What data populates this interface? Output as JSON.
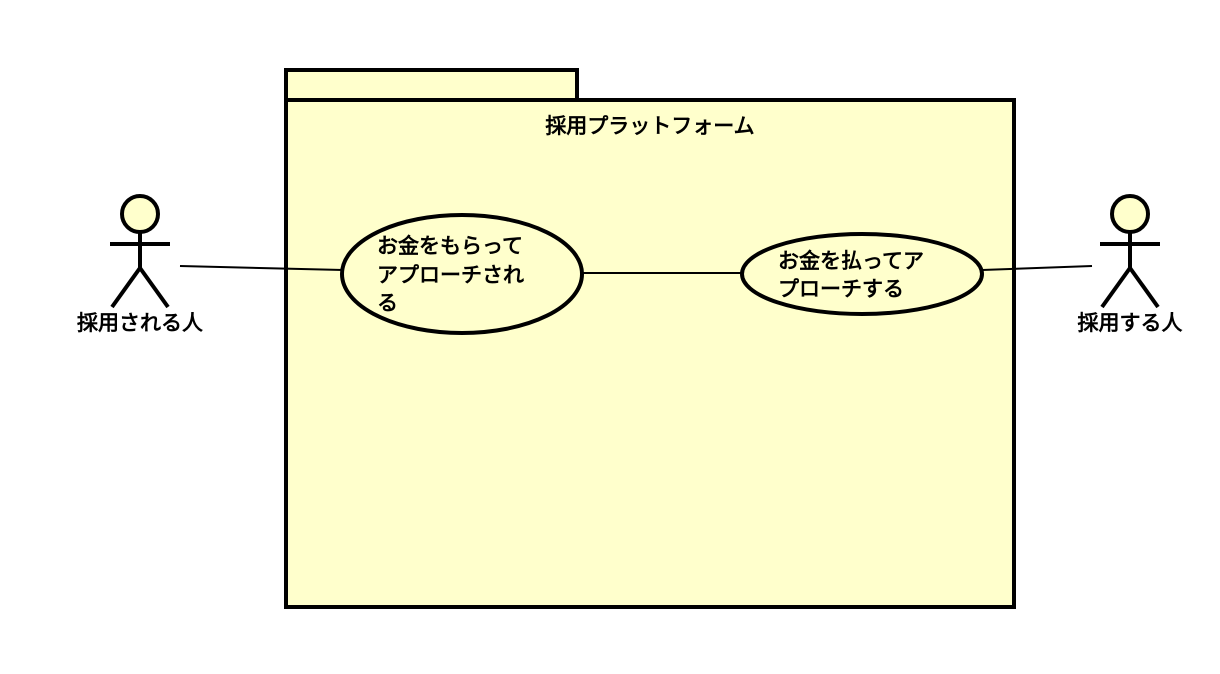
{
  "colors": {
    "fill": "#FFFFCC",
    "stroke": "#000000",
    "background": "#FFFFFF"
  },
  "package": {
    "title": "採用プラットフォーム"
  },
  "actors": [
    {
      "name": "採用される人"
    },
    {
      "name": "採用する人"
    }
  ],
  "use_cases": [
    {
      "lines": [
        "お金をもらって",
        "アプローチされ",
        "る"
      ]
    },
    {
      "lines": [
        "お金を払ってア",
        "プローチする"
      ]
    }
  ]
}
